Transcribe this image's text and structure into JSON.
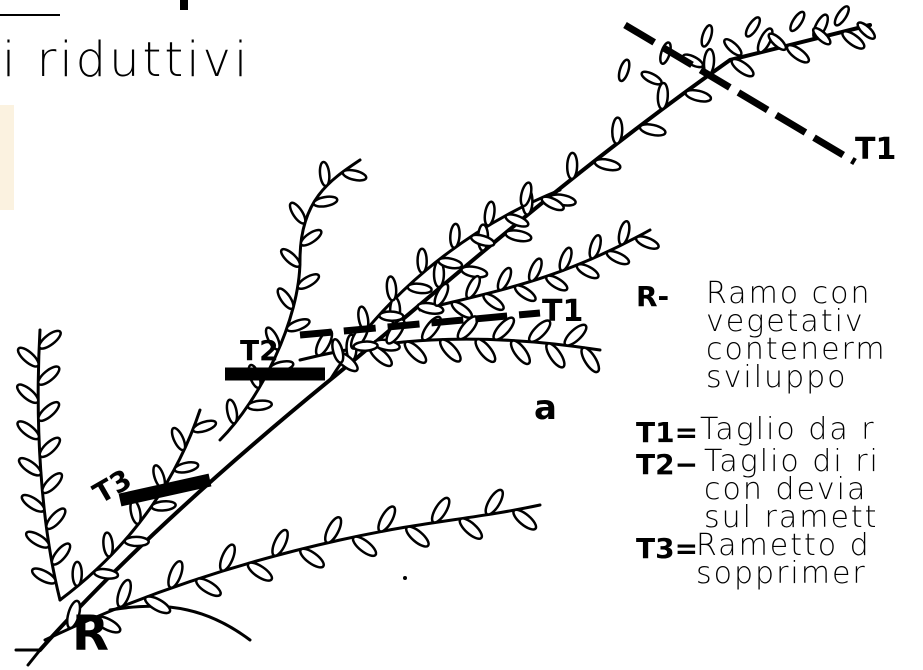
{
  "header": {
    "title": "i riduttivi"
  },
  "labels": {
    "t1_top": "T1",
    "t1_mid": "T1",
    "t2": "T2",
    "t3": "T3",
    "branch_a": "a",
    "branch_r": "R"
  },
  "legend": [
    {
      "key": "R-",
      "lines": [
        "Ramo con",
        "vegetativ",
        "contenerm",
        "sviluppo"
      ]
    },
    {
      "key": "T1=",
      "lines": [
        "Taglio da r"
      ]
    },
    {
      "key": "T2−",
      "lines": [
        "Taglio di ri",
        "con devia",
        "sul ramett"
      ]
    },
    {
      "key": "T3=",
      "lines": [
        "Rametto d",
        "sopprimer"
      ]
    }
  ]
}
